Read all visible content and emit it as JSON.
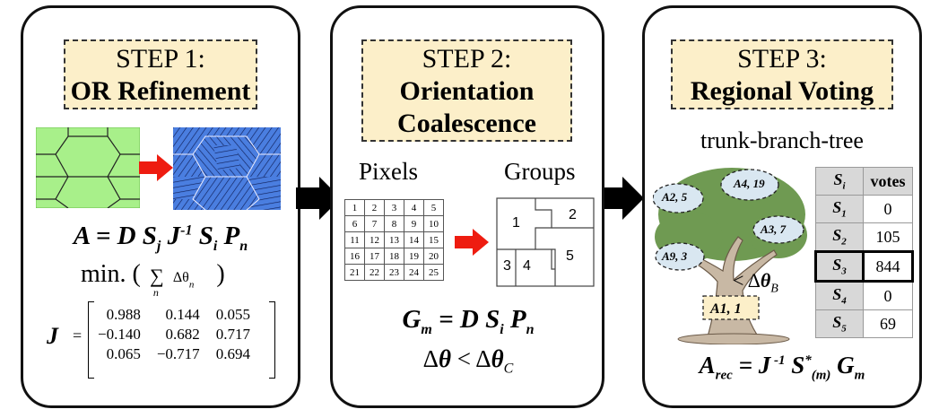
{
  "step1": {
    "step_label": "STEP 1:",
    "step_name": "OR Refinement",
    "eq_A": "A = D S_j J^-1 S_i P_n",
    "min_text": "min. (",
    "sum_sub": "n",
    "delta_theta": "Δθ",
    "delta_sub": "n",
    "min_close": ")",
    "j_label": "J",
    "matrix": [
      [
        "0.988",
        "0.144",
        "0.055"
      ],
      [
        "−0.140",
        "0.682",
        "0.717"
      ],
      [
        "0.065",
        "−0.717",
        "0.694"
      ]
    ]
  },
  "step2": {
    "step_label": "STEP 2:",
    "step_name_line1": "Orientation",
    "step_name_line2": "Coalescence",
    "pixels_label": "Pixels",
    "groups_label": "Groups",
    "pixel_grid": [
      [
        "1",
        "2",
        "3",
        "4",
        "5"
      ],
      [
        "6",
        "7",
        "8",
        "9",
        "10"
      ],
      [
        "11",
        "12",
        "13",
        "14",
        "15"
      ],
      [
        "16",
        "17",
        "18",
        "19",
        "20"
      ],
      [
        "21",
        "22",
        "23",
        "24",
        "25"
      ]
    ],
    "groups": [
      "1",
      "2",
      "3",
      "4",
      "5"
    ],
    "eq_G": "G_m = D S_i P_n",
    "eq_cond": "Δθ < Δθ_C"
  },
  "step3": {
    "step_label": "STEP 3:",
    "step_name": "Regional Voting",
    "subtitle": "trunk-branch-tree",
    "tree_labels": [
      "A4, 19",
      "A2, 5",
      "A3, 7",
      "A9, 3",
      "A1, 1"
    ],
    "branch_cond": "< Δθ_B",
    "table_header": [
      "S_i",
      "votes"
    ],
    "table_rows": [
      {
        "s": "S1",
        "votes": "0"
      },
      {
        "s": "S2",
        "votes": "105"
      },
      {
        "s": "S3",
        "votes": "844"
      },
      {
        "s": "S4",
        "votes": "0"
      },
      {
        "s": "S5",
        "votes": "69"
      }
    ],
    "highlight_row": "S3",
    "eq_A_rec": "A_rec = J^-1 S*_(m) G_m"
  },
  "colors": {
    "step_box_fill": "#fcefc9",
    "hex_fill": "#a8f08a",
    "blue_fill": "#4a7ee0",
    "red_arrow": "#ee1c10",
    "tree_trunk": "#c8b8a4",
    "tree_foliage": "#6f9a52",
    "table_header_fill": "#d8d8d8"
  }
}
